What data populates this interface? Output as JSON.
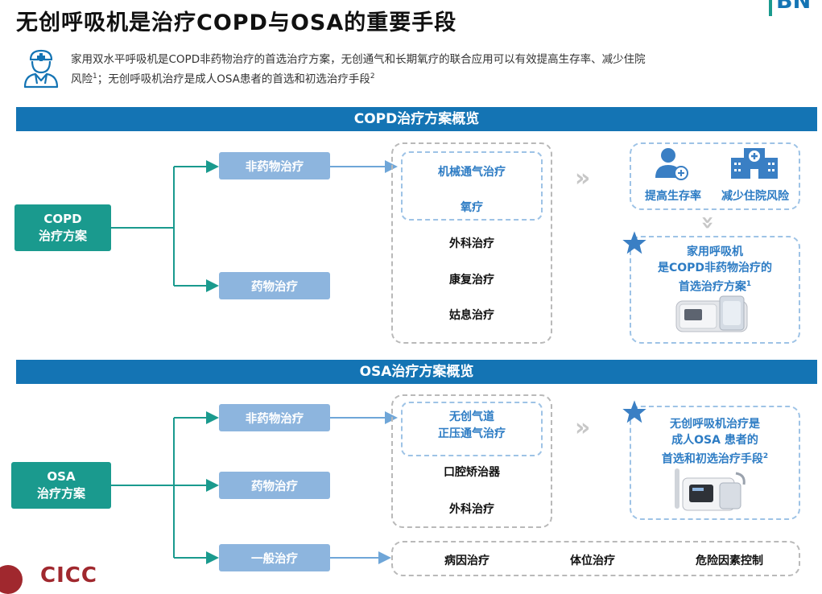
{
  "header": {
    "title": "无创呼吸机是治疗COPD与OSA的重要手段",
    "brand_fragment": "BN",
    "intro_line1": "家用双水平呼吸机是COPD非药物治疗的首选治疗方案，无创通气和长期氧疗的联合应用可以有效提高生存率、减少住院",
    "intro_line2_a": "风险",
    "intro_sup1": "1",
    "intro_line2_b": "；无创呼吸机治疗是成人OSA患者的首选和初选治疗手段",
    "intro_sup2": "2"
  },
  "copd": {
    "banner": "COPD治疗方案概览",
    "root_line1": "COPD",
    "root_line2": "治疗方案",
    "branch_nonpharm": "非药物治疗",
    "branch_pharm": "药物治疗",
    "highlight_items": [
      "机械通气治疗",
      "氧疗"
    ],
    "other_items": [
      "外科治疗",
      "康复治疗",
      "姑息治疗"
    ],
    "outcome1": "提高生存率",
    "outcome2": "减少住院风险",
    "device_line1": "家用呼吸机",
    "device_line2": "是COPD非药物治疗的",
    "device_line3": "首选治疗方案",
    "device_sup": "1"
  },
  "osa": {
    "banner": "OSA治疗方案概览",
    "root_line1": "OSA",
    "root_line2": "治疗方案",
    "branch_nonpharm": "非药物治疗",
    "branch_pharm": "药物治疗",
    "branch_general": "一般治疗",
    "highlight_line1": "无创气道",
    "highlight_line2": "正压通气治疗",
    "other_items": [
      "口腔矫治器",
      "外科治疗"
    ],
    "general_items": [
      "病因治疗",
      "体位治疗",
      "危险因素控制"
    ],
    "device_line1": "无创呼吸机治疗是",
    "device_line2": "成人OSA 患者的",
    "device_line3": "首选和初选治疗手段",
    "device_sup": "2"
  },
  "footer": {
    "logo_text": "CICC"
  },
  "colors": {
    "banner": "#1474b4",
    "teal": "#1a9a8e",
    "pill": "#8db5de",
    "accent_text": "#2d7cc4",
    "icon_blue": "#3a7fc4"
  }
}
